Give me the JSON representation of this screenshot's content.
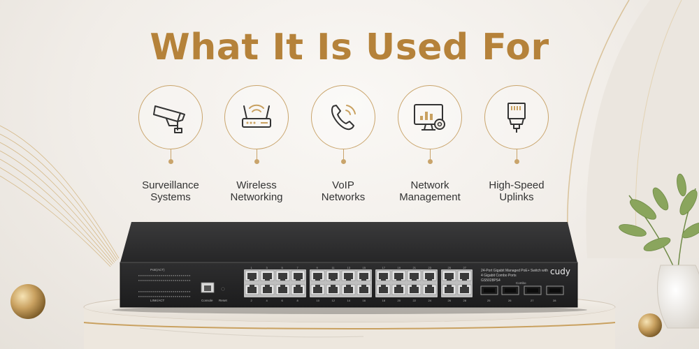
{
  "headline": "What It Is Used For",
  "features": [
    {
      "icon": "cctv-camera-icon",
      "line1": "Surveillance",
      "line2": "Systems"
    },
    {
      "icon": "wifi-router-icon",
      "line1": "Wireless",
      "line2": "Networking"
    },
    {
      "icon": "phone-call-icon",
      "line1": "VoIP",
      "line2": "Networks"
    },
    {
      "icon": "monitor-gear-icon",
      "line1": "Network",
      "line2": "Management"
    },
    {
      "icon": "ethernet-plug-icon",
      "line1": "High-Speed",
      "line2": "Uplinks"
    }
  ],
  "switch": {
    "brand": "cudy",
    "desc_line1": "24-Port Gigabit Managed PoE+ Switch with",
    "desc_line2": "4 Gigabit Combo Ports",
    "model": "GS5028PS4",
    "console_label": "Console",
    "reset_label": "Reset",
    "combo_label": "Combo",
    "poe_label": "PoE(ACT)",
    "link_label": "LINK/ACT",
    "port_top_numbers": [
      "1",
      "3",
      "5",
      "7",
      "9",
      "11",
      "13",
      "15",
      "17",
      "19",
      "21",
      "23",
      "25",
      "27"
    ],
    "port_bottom_numbers": [
      "2",
      "4",
      "6",
      "8",
      "10",
      "12",
      "14",
      "16",
      "18",
      "20",
      "22",
      "24",
      "26",
      "28"
    ],
    "sfp_numbers": [
      "25",
      "26",
      "27",
      "28"
    ]
  },
  "colors": {
    "accent": "#b5823a",
    "switch_body": "#2b2b2c",
    "port_face": "#d8d8d8"
  }
}
